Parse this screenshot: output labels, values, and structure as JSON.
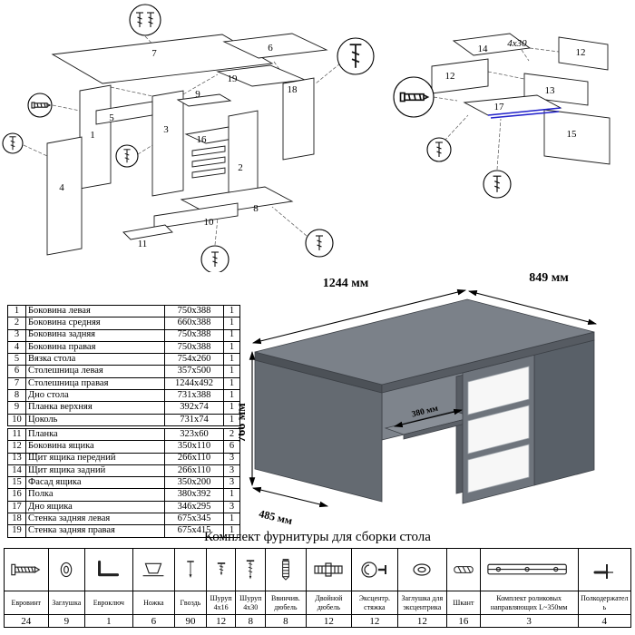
{
  "colors": {
    "desk_gray": "#7b8189",
    "desk_side": "#646a71",
    "drawer_white": "#f7f7f7",
    "highlight_blue": "#2323cc"
  },
  "parts_table": {
    "section1": [
      {
        "num": "1",
        "name": "Боковина левая",
        "size": "750x388",
        "qty": "1"
      },
      {
        "num": "2",
        "name": "Боковина средняя",
        "size": "660x388",
        "qty": "1"
      },
      {
        "num": "3",
        "name": "Боковина задняя",
        "size": "750x388",
        "qty": "1"
      },
      {
        "num": "4",
        "name": "Боковина правая",
        "size": "750x388",
        "qty": "1"
      },
      {
        "num": "5",
        "name": "Вязка стола",
        "size": "754x260",
        "qty": "1"
      },
      {
        "num": "6",
        "name": "Столешница левая",
        "size": "357x500",
        "qty": "1"
      },
      {
        "num": "7",
        "name": "Столешница правая",
        "size": "1244x492",
        "qty": "1"
      },
      {
        "num": "8",
        "name": "Дно стола",
        "size": "731x388",
        "qty": "1"
      },
      {
        "num": "9",
        "name": "Планка верхняя",
        "size": "392x74",
        "qty": "1"
      },
      {
        "num": "10",
        "name": "Цоколь",
        "size": "731x74",
        "qty": "1"
      }
    ],
    "section2": [
      {
        "num": "11",
        "name": "Планка",
        "size": "323x60",
        "qty": "2"
      },
      {
        "num": "12",
        "name": "Боковина ящика",
        "size": "350x110",
        "qty": "6"
      },
      {
        "num": "13",
        "name": "Щит ящика передний",
        "size": "266x110",
        "qty": "3"
      },
      {
        "num": "14",
        "name": "Щит ящика задний",
        "size": "266x110",
        "qty": "3"
      },
      {
        "num": "15",
        "name": "Фасад ящика",
        "size": "350x200",
        "qty": "3"
      },
      {
        "num": "16",
        "name": "Полка",
        "size": "380x392",
        "qty": "1"
      },
      {
        "num": "17",
        "name": "Дно ящика",
        "size": "346x295",
        "qty": "3"
      },
      {
        "num": "18",
        "name": "Стенка задняя левая",
        "size": "675x345",
        "qty": "1"
      },
      {
        "num": "19",
        "name": "Стенка задняя правая",
        "size": "675x415",
        "qty": "1"
      }
    ]
  },
  "desk_figure": {
    "width": "1244 мм",
    "depth": "849 мм",
    "height": "766 мм",
    "shelf": "380 мм",
    "side": "485 мм"
  },
  "diagram_left": {
    "labels": {
      "p1": "1",
      "p2": "2",
      "p3": "3",
      "p4": "4",
      "p5": "5",
      "p6": "6",
      "p7": "7",
      "p8": "8",
      "p9": "9",
      "p10": "10",
      "p11": "11",
      "p16": "16",
      "p18": "18",
      "p19": "19"
    }
  },
  "diagram_right": {
    "labels": {
      "p12a": "12",
      "p12b": "12",
      "p13": "13",
      "p14": "14",
      "p15": "15",
      "p17": "17"
    },
    "note": "4x30"
  },
  "hardware": {
    "title": "Комплект фурнитуры для сборки стола",
    "items": [
      {
        "name": "Евровинт",
        "qty": "24"
      },
      {
        "name": "Заглушка",
        "qty": "9"
      },
      {
        "name": "Евроключ",
        "qty": "1"
      },
      {
        "name": "Ножка",
        "qty": "6"
      },
      {
        "name": "Гвоздь",
        "qty": "90"
      },
      {
        "name": "Шуруп 4x16",
        "qty": "12"
      },
      {
        "name": "Шуруп 4x30",
        "qty": "8"
      },
      {
        "name": "Ввинчив. дюбель",
        "qty": "8"
      },
      {
        "name": "Двойной дюбель",
        "qty": "12"
      },
      {
        "name": "Эксцентр. стяжка",
        "qty": "12"
      },
      {
        "name": "Заглушка для эксцентрика",
        "qty": "12"
      },
      {
        "name": "Шкант",
        "qty": "16"
      },
      {
        "name": "Комплект роликовых направляющих L~350мм",
        "qty": "3"
      },
      {
        "name": "Полкодержатель",
        "qty": "4"
      }
    ]
  }
}
